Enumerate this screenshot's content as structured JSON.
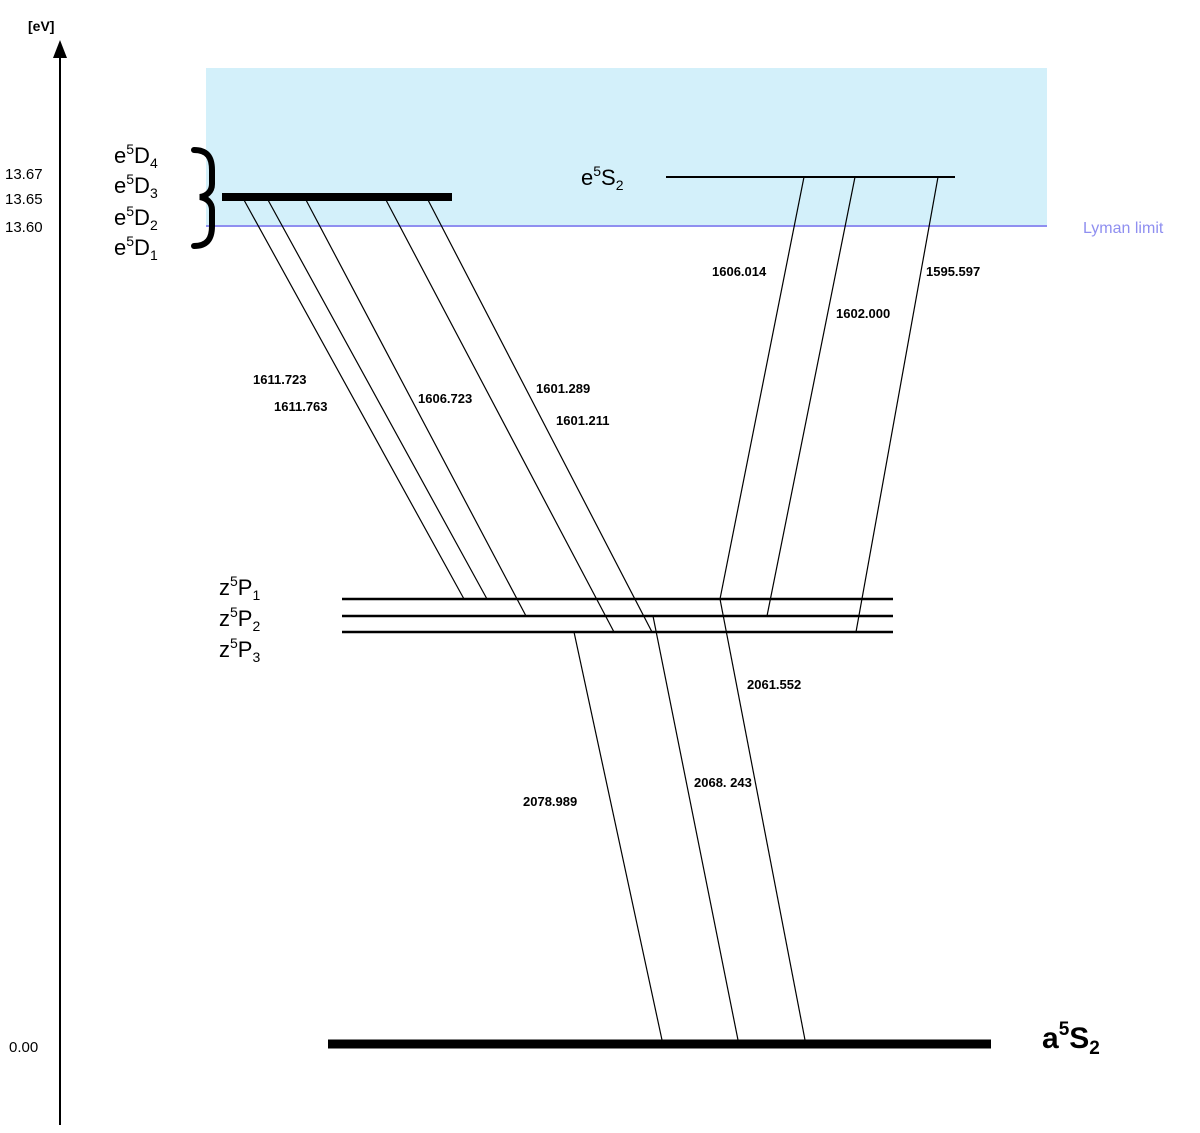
{
  "axis": {
    "unit_label": "[eV]"
  },
  "energy_ticks": [
    "13.67",
    "13.65",
    "13.60",
    "0.00"
  ],
  "lyman": {
    "label": "Lyman limit",
    "band_color": "#d3f0fa",
    "line_color": "#8f8ff0"
  },
  "levels": {
    "e5D": [
      {
        "base": "e",
        "sup": "5",
        "term": "D",
        "sub": "4"
      },
      {
        "base": "e",
        "sup": "5",
        "term": "D",
        "sub": "3"
      },
      {
        "base": "e",
        "sup": "5",
        "term": "D",
        "sub": "2"
      },
      {
        "base": "e",
        "sup": "5",
        "term": "D",
        "sub": "1"
      }
    ],
    "e5S2": {
      "base": "e",
      "sup": "5",
      "term": "S",
      "sub": "2"
    },
    "z5P": [
      {
        "base": "z",
        "sup": "5",
        "term": "P",
        "sub": "1"
      },
      {
        "base": "z",
        "sup": "5",
        "term": "P",
        "sub": "2"
      },
      {
        "base": "z",
        "sup": "5",
        "term": "P",
        "sub": "3"
      }
    ],
    "a5S2": {
      "base": "a",
      "sup": "5",
      "term": "S",
      "sub": "2"
    }
  },
  "wavelengths": {
    "d1": "1611.723",
    "d2": "1611.763",
    "d3": "1606.723",
    "d4": "1601.289",
    "d5": "1601.211",
    "s1": "1606.014",
    "s2": "1602.000",
    "s3": "1595.597",
    "g1": "2078.989",
    "g2": "2068. 243",
    "g3": "2061.552"
  }
}
